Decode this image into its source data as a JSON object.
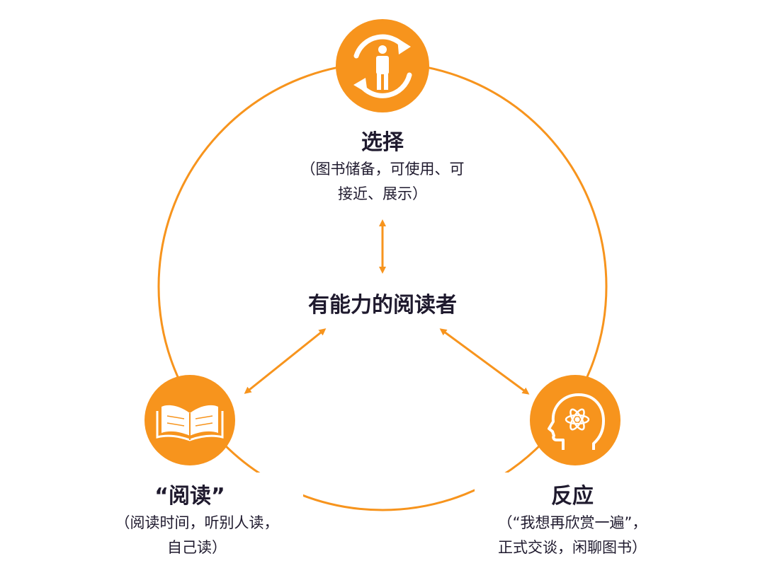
{
  "colors": {
    "accent": "#F7941D",
    "text": "#1F1A2E",
    "icon_fill": "#FFFFFF"
  },
  "center": {
    "label": "有能力的阅读者"
  },
  "nodes": {
    "select": {
      "title": "选择",
      "desc_line1": "（图书储备，可使用、可",
      "desc_line2": "接近、展示）",
      "icon": "person-cycle-icon"
    },
    "read": {
      "title": "“阅读”",
      "desc_line1": "（阅读时间，听别人读，",
      "desc_line2": "自己读）",
      "icon": "open-book-icon"
    },
    "respond": {
      "title": "反应",
      "desc_line1": "（“我想再欣赏一遍”，",
      "desc_line2": "正式交谈，闲聊图书）",
      "icon": "head-atom-icon"
    }
  }
}
